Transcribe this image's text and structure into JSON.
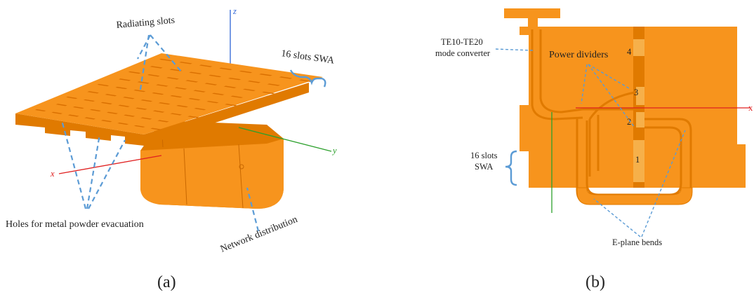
{
  "colors": {
    "orange": "#f7941d",
    "orange_dark": "#e07a00",
    "orange_deep": "#c96800",
    "slot": "#d96f00",
    "callout": "#5b9bd5",
    "axis_x": "#e02020",
    "axis_y": "#2ca02c",
    "axis_z": "#3b6fd8"
  },
  "panel_a": {
    "label": "(a)",
    "radiating_slots": "Radiating slots",
    "sixteen_slots": "16 slots SWA",
    "holes": "Holes for metal powder evacuation",
    "network": "Network distribution",
    "axis_x": "x",
    "axis_y": "y",
    "axis_z": "z"
  },
  "panel_b": {
    "label": "(b)",
    "te_converter_line1": "TE10-TE20",
    "te_converter_line2": "mode converter",
    "power_dividers": "Power dividers",
    "sixteen_slots_line1": "16 slots",
    "sixteen_slots_line2": "SWA",
    "eplane_bends": "E-plane bends",
    "axis_x": "x",
    "divider_numbers": [
      "1",
      "2",
      "3",
      "4"
    ]
  }
}
